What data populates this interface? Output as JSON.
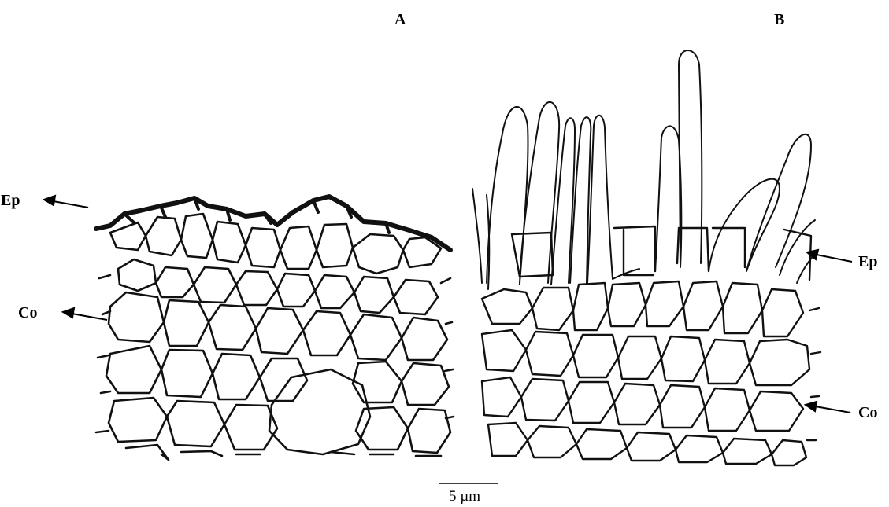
{
  "panels": {
    "a": {
      "letter": "A"
    },
    "b": {
      "letter": "B"
    }
  },
  "labels": {
    "epidermis_a": "Ep",
    "cortex_a": "Co",
    "epidermis_b": "Ep",
    "cortex_b": "Co"
  },
  "scale_bar": {
    "text": "5 µm"
  }
}
